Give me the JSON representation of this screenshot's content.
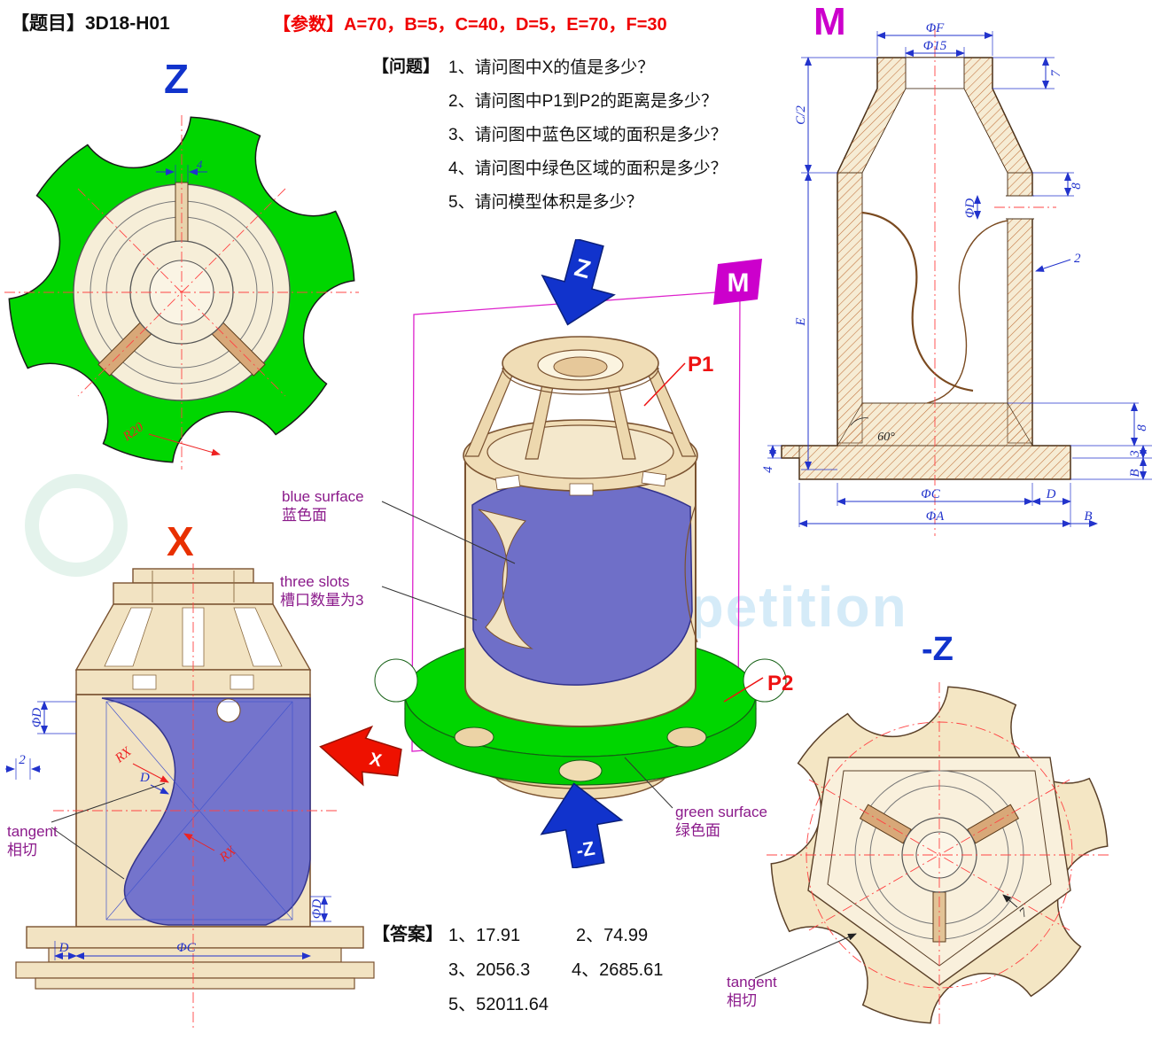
{
  "header": {
    "title": "【题目】3D18-H01",
    "params": "【参数】A=70，B=5，C=40，D=5，E=70，F=30"
  },
  "questions": {
    "label": "【问题】",
    "items": [
      "1、请问图中X的值是多少？",
      "2、请问图中P1到P2的距离是多少？",
      "3、请问图中蓝色区域的面积是多少？",
      "4、请问图中绿色区域的面积是多少？",
      "5、请问模型体积是多少？"
    ]
  },
  "answers": {
    "label": "【答案】",
    "a1": "1、17.91",
    "a2": "2、74.99",
    "a3": "3、2056.3",
    "a4": "4、2685.61",
    "a5": "5、52011.64"
  },
  "view_labels": {
    "z": "Z",
    "x": "X",
    "m": "M",
    "neg_z": "-Z",
    "arrow_z": "Z",
    "arrow_neg_z": "-Z",
    "arrow_x": "X",
    "m_flag": "M"
  },
  "callouts": {
    "p1": "P1",
    "p2": "P2",
    "blue_surface_en": "blue surface",
    "blue_surface_zh": "蓝色面",
    "three_slots_en": "three slots",
    "three_slots_zh": "槽口数量为3",
    "green_surface_en": "green surface",
    "green_surface_zh": "绿色面",
    "tangent_left_en": "tangent",
    "tangent_left_zh": "相切",
    "tangent_right_en": "tangent",
    "tangent_right_zh": "相切"
  },
  "dims": {
    "z": {
      "slot": "4",
      "r20": "R20"
    },
    "x": {
      "phi_d_left": "ΦD",
      "two": "2",
      "rx_upper": "RX",
      "rx_lower": "RX",
      "d_mid": "D",
      "d_bottom": "D",
      "phi_c": "ΦC",
      "phi_d_right": "ΦD"
    },
    "m": {
      "phi_f": "ΦF",
      "phi15": "Φ15",
      "seven": "7",
      "c_half": "C/2",
      "eight_upper": "8",
      "phi_d": "ΦD",
      "two": "2",
      "e": "E",
      "sixty": "60°",
      "four": "4",
      "eight_lower": "8",
      "three": "3",
      "b_right": "B",
      "phi_c": "ΦC",
      "d": "D",
      "phi_a": "ΦA",
      "b_bottom": "B"
    },
    "nz": {
      "seven": "7"
    }
  },
  "colors": {
    "green_face": "#00d600",
    "blue_face": "#6f6fc8",
    "part_tan": "#f2e3c2",
    "dim_blue": "#2233cc",
    "accent_red": "#ee1111",
    "magenta": "#cc00cc",
    "arrow_blue": "#1133cc"
  },
  "watermark": {
    "text": "competition"
  }
}
